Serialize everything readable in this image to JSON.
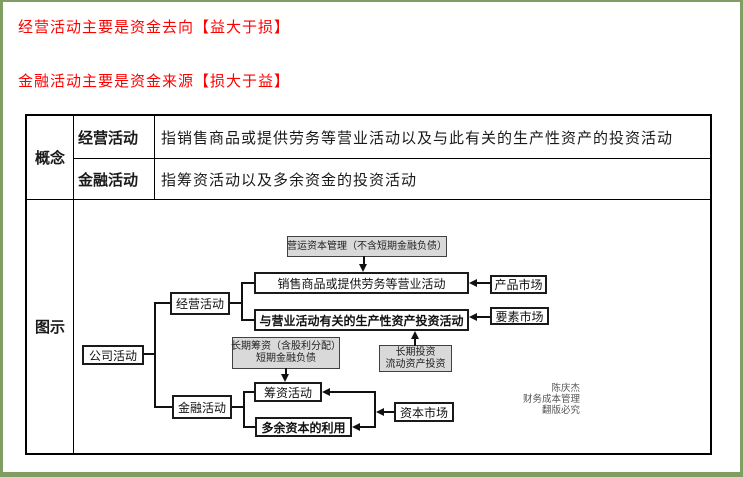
{
  "page": {
    "heading1": "经营活动主要是资金去向【益大于损】",
    "heading2": "金融活动主要是资金来源【损大于益】"
  },
  "table": {
    "concept_label": "概念",
    "diagram_label": "图示",
    "rows": [
      {
        "term": "经营活动",
        "definition": "指销售商品或提供劳务等营业活动以及与此有关的生产性资产的投资活动"
      },
      {
        "term": "金融活动",
        "definition": "指筹资活动以及多余资金的投资活动"
      }
    ]
  },
  "diagram": {
    "company": "公司活动",
    "operating": "经营活动",
    "financial": "金融活动",
    "sales": "销售商品或提供劳务等营业活动",
    "invest": "与营业活动有关的生产性资产投资活动",
    "raising": "筹资活动",
    "surplus": "多余资本的利用",
    "product_market": "产品市场",
    "factor_market": "要素市场",
    "capital_market": "资本市场",
    "working_capital": "营运资本管理（不含短期金融负债）",
    "longterm_financing_line1": "长期筹资（含股利分配）",
    "longterm_financing_line2": "短期金融负债",
    "longterm_invest_line1": "长期投资",
    "longterm_invest_line2": "流动资产投资",
    "watermark": [
      "陈庆杰",
      "财务成本管理",
      "翻版必究"
    ]
  },
  "colors": {
    "heading_red": "#ff0000",
    "gray_box_fill": "#d9d9d9",
    "page_border_green": "#819e62",
    "line_black": "#111111"
  }
}
